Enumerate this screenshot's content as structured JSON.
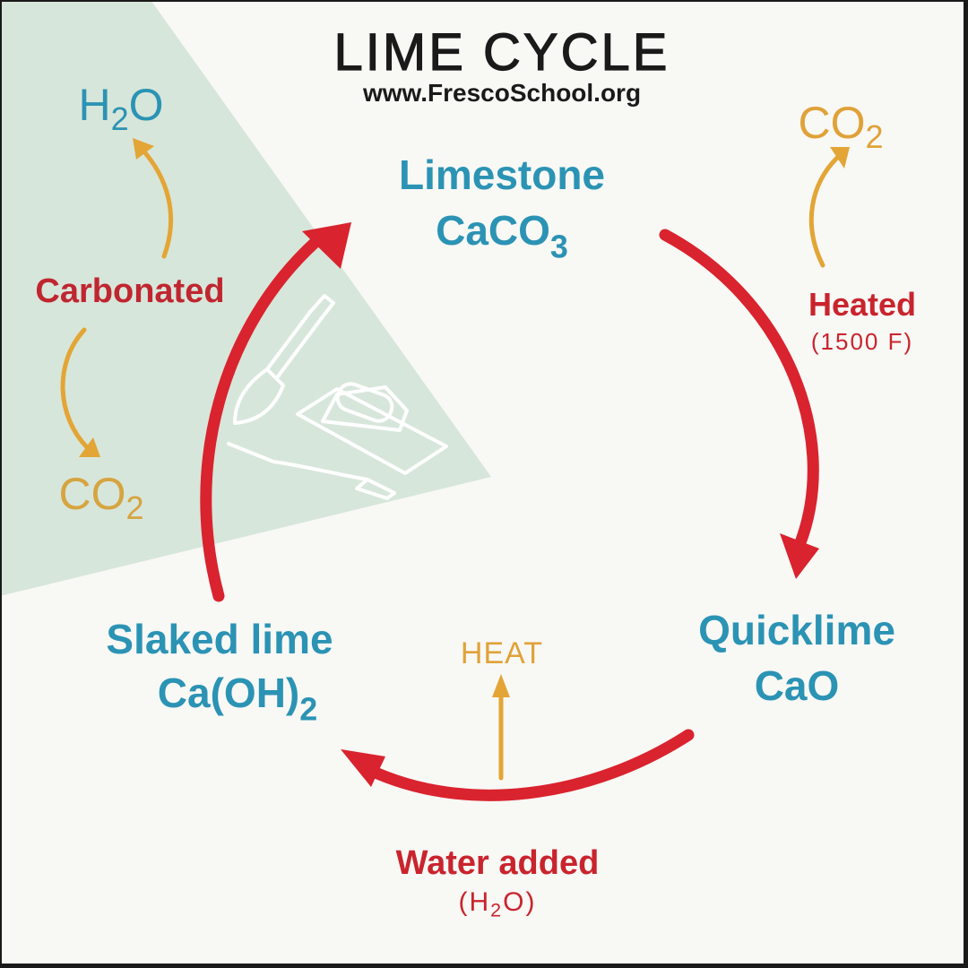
{
  "title": "LIME CYCLE",
  "website": "www.FrescoSchool.org",
  "nodes": {
    "limestone": {
      "name": "Limestone",
      "formula_main": "CaCO",
      "formula_sub": "3"
    },
    "quicklime": {
      "name": "Quicklime",
      "formula": "CaO"
    },
    "slaked_lime": {
      "name": "Slaked lime",
      "formula_main": "Ca(OH)",
      "formula_sub": "2"
    }
  },
  "processes": {
    "heated": {
      "label": "Heated",
      "detail": "(1500 F)",
      "release_main": "CO",
      "release_sub": "2"
    },
    "water_added": {
      "label": "Water added",
      "detail_open": "(H",
      "detail_sub": "2",
      "detail_close": "O)",
      "release": "HEAT"
    },
    "carbonated": {
      "label": "Carbonated",
      "output_main": "H",
      "output_sub": "2",
      "output_end": "O",
      "input_main": "CO",
      "input_sub": "2"
    }
  },
  "colors": {
    "cycle_arrow": "#d9232e",
    "compound_text": "#2b93b4",
    "process_text": "#c02630",
    "side_arrow": "#e3a535",
    "panel": "#d7e6da"
  },
  "icons": [
    "paintbrush-icon",
    "trowel-icon",
    "palette-knife-icon"
  ]
}
